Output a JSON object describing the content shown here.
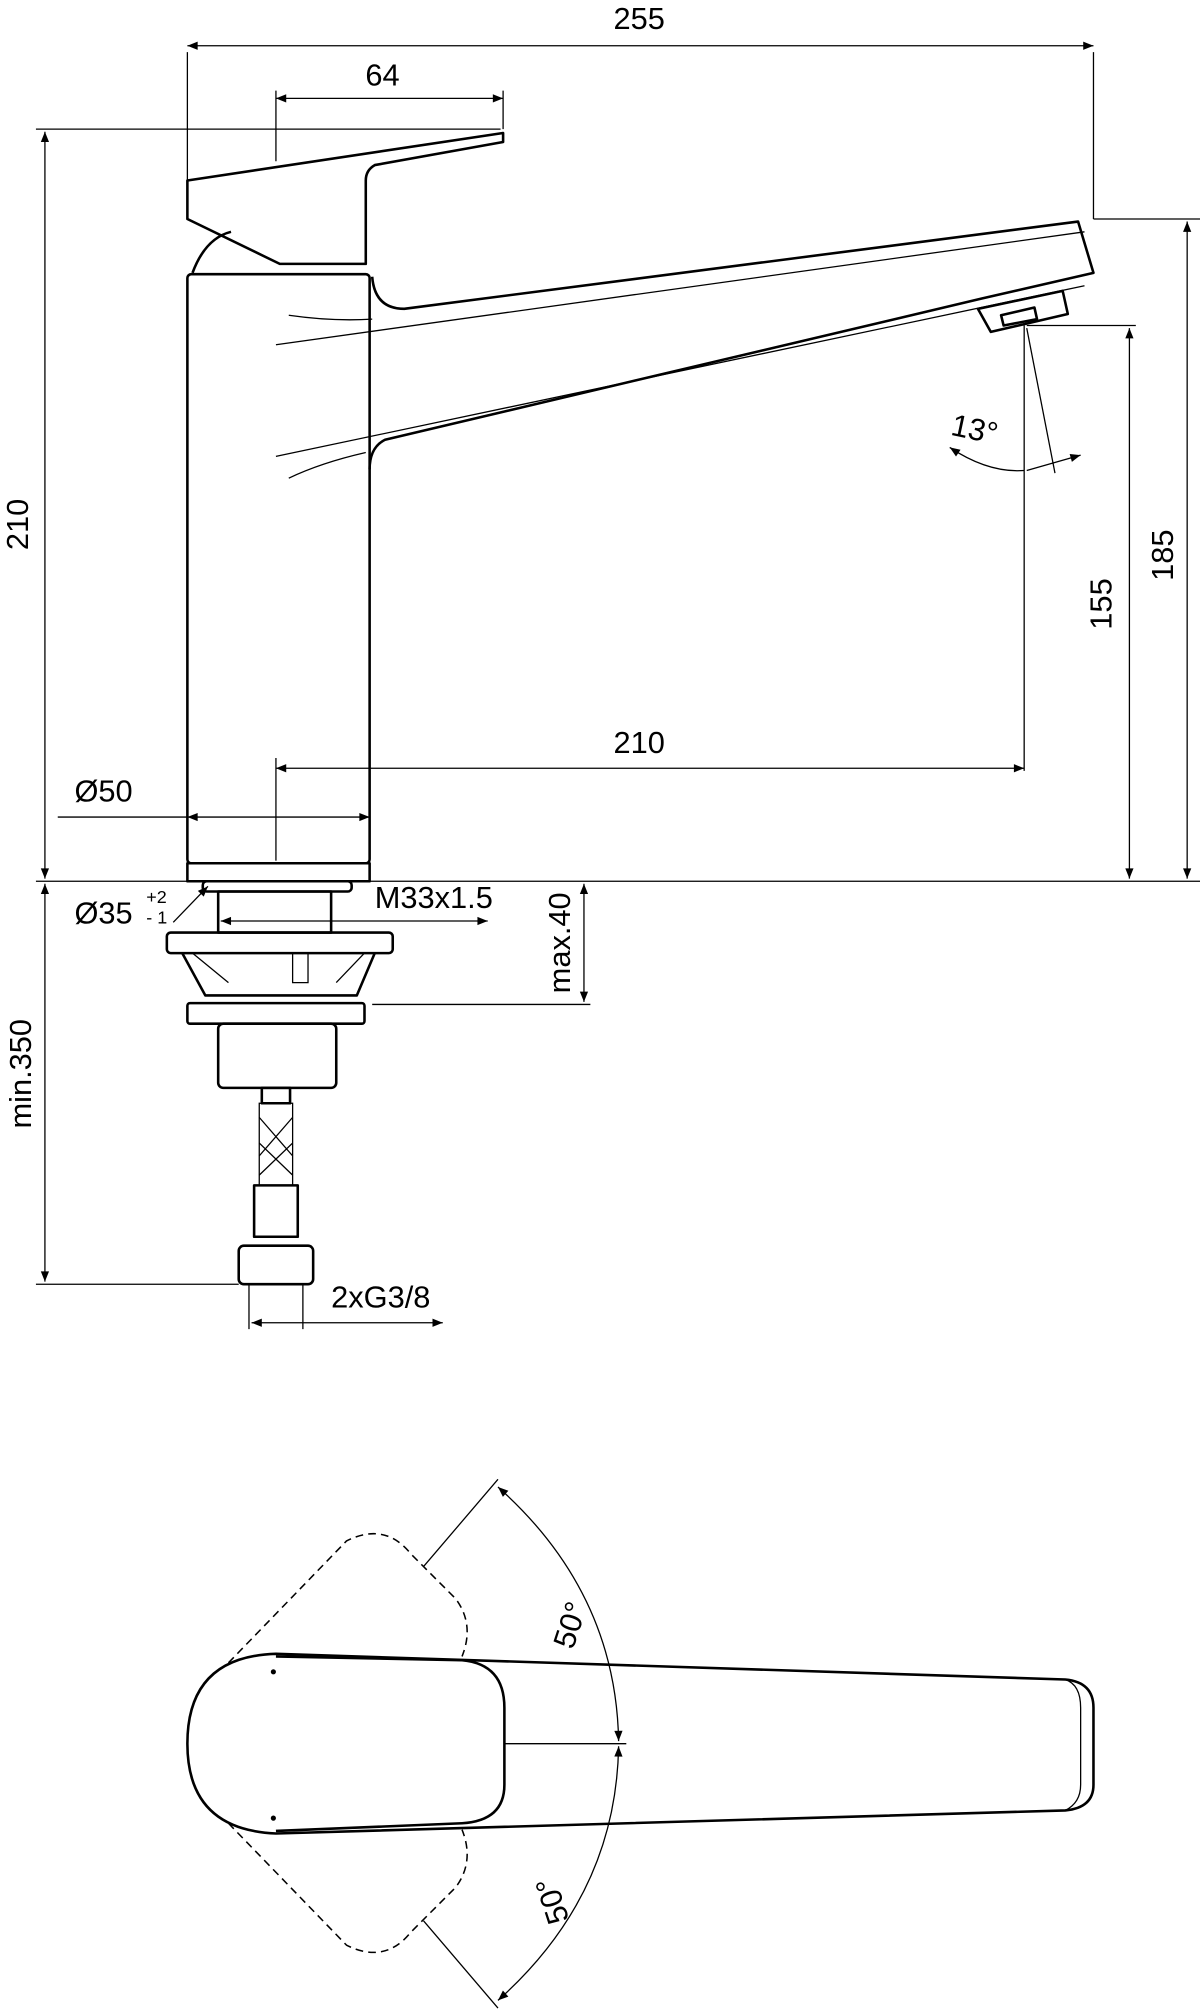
{
  "dimensions": {
    "overall_length": "255",
    "handle_length": "64",
    "overall_height": "210",
    "spout_reach": "210",
    "spout_height_top": "185",
    "spout_outlet_height": "155",
    "outlet_angle": "13°",
    "body_diameter": "Ø50",
    "hole_diameter": "Ø35",
    "hole_tolerance_plus": "+2",
    "hole_tolerance_minus": "- 1",
    "thread": "M33x1.5",
    "max_deck_thickness": "max.40",
    "min_hose_length": "min.350",
    "connections": "2xG3/8",
    "rotation_left": "50°",
    "rotation_right": "50°"
  }
}
